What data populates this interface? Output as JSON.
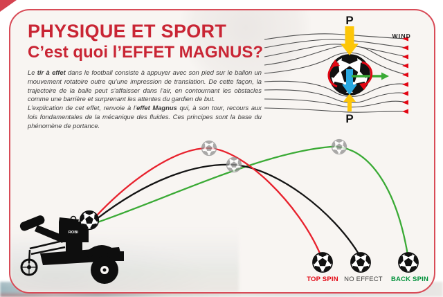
{
  "header": {
    "title": "PHYSIQUE ET SPORT",
    "subtitle": "C’est quoi l’EFFET MAGNUS?",
    "title_color": "#c92534"
  },
  "intro": {
    "p1_pre": "Le ",
    "p1_bold": "tir à effet",
    "p1_rest": " dans le football consiste à appuyer avec son pied sur le ballon un mouvement rotatoire outre qu’une impression de translation. De cette façon, la trajectoire de la balle peut s’affaisser dans l’air, en contournant les obstacles comme une barrière et surprenant les attentes du gardien de but.",
    "p2_pre": "L’explication de cet effet, renvoie à l’",
    "p2_bold": "effet Magnus",
    "p2_rest": " qui, à son tour, recours aux lois fondamentales de la mécanique des fluides. Ces principes sont la base du phénomène de portance."
  },
  "magnus_diagram": {
    "wind_label": "WIND",
    "pressure_top": "P",
    "pressure_bottom": "P",
    "colors": {
      "pressure_arrow": "#fdc608",
      "force_arrow": "#29a8e0",
      "velocity_arrow": "#3aaa35",
      "rotation_arrow": "#e30613",
      "streamline": "#4d4d4d",
      "wind_arrowhead": "#e30613"
    }
  },
  "trajectory_scene": {
    "machine_label": "ROBI",
    "trajectories": [
      {
        "name": "top-spin",
        "label": "TOP SPIN",
        "color": "#e8212d",
        "label_color": "#e30613"
      },
      {
        "name": "no-effect",
        "label": "NO EFFECT",
        "color": "#141414",
        "label_color": "#3c3c3b"
      },
      {
        "name": "back-spin",
        "label": "BACK SPIN",
        "color": "#3aaa35",
        "label_color": "#00913a"
      }
    ]
  },
  "frame": {
    "border_color": "#d84b57"
  }
}
